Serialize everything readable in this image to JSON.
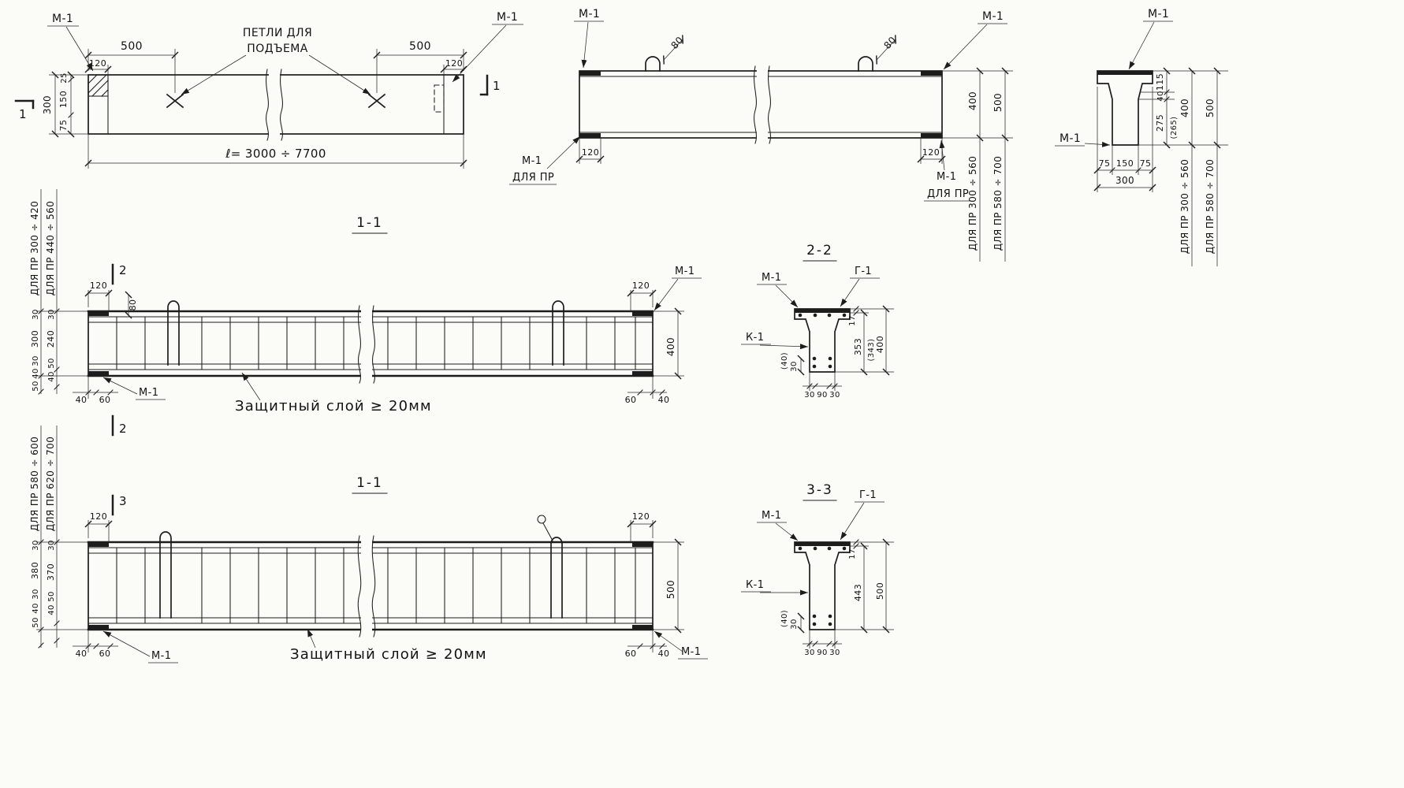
{
  "drawing": {
    "bg": "#fbfbf7",
    "ink": "#1d1d1d"
  },
  "plan": {
    "m1_left": "М-1",
    "m1_right": "М-1",
    "dim_500_left": "500",
    "dim_500_right": "500",
    "dim_120_left": "120",
    "dim_120_right": "120",
    "loops_note_line1": "ПЕТЛИ ДЛЯ",
    "loops_note_line2": "ПОДЪЕМА",
    "length": "ℓ= 3000 ÷ 7700",
    "dim_25": "25",
    "dim_150": "150",
    "dim_75": "75",
    "dim_300": "300",
    "cut_left": "1",
    "cut_right": "1"
  },
  "elevation": {
    "m1_top_left": "М-1",
    "m1_top_right": "М-1",
    "dim_80_left": "80",
    "dim_80_right": "80",
    "dim_120_left": "120",
    "dim_120_right": "120",
    "m1_bottom_left": "М-1",
    "pr_bottom_left": "ДЛЯ ПР",
    "m1_bottom_right": "М-1",
    "pr_bottom_right": "ДЛЯ ПР",
    "dim_400": "400",
    "dim_500": "500",
    "range_400": "ДЛЯ ПР 300 ÷ 560",
    "range_500": "ДЛЯ ПР 580 ÷ 700"
  },
  "end_section": {
    "m1_top": "М-1",
    "m1_left": "М-1",
    "dim_115": "115",
    "dim_40": "40",
    "dim_275": "275",
    "dim_265": "(265)",
    "dim_400": "400",
    "dim_500": "500",
    "dim_75_left": "75",
    "dim_150": "150",
    "dim_75_right": "75",
    "dim_300": "300",
    "range_400": "ДЛЯ ПР 300 ÷ 560",
    "range_500": "ДЛЯ ПР 580 ÷ 700"
  },
  "section_11_upper": {
    "title": "1-1",
    "range_outer": "ДЛЯ ПР 300 ÷ 420",
    "range_inner": "ДЛЯ ПР 440 ÷ 560",
    "col_outer": [
      "30",
      "300",
      "30",
      "40",
      "50"
    ],
    "col_inner": [
      "30",
      "240",
      "50",
      "40"
    ],
    "dim_120_left": "120",
    "dim_80": "80",
    "cut_top": "2",
    "cut_bottom": "2",
    "m1_bottom_left": "М-1",
    "cover_note": "Защитный слой ≥ 20мм",
    "dim_120_right": "120",
    "m1_top_right": "М-1",
    "dim_400": "400",
    "bottom_left_dims": [
      "40",
      "60"
    ],
    "bottom_right_dims": [
      "60",
      "40"
    ]
  },
  "section_22": {
    "title": "2-2",
    "m1": "М-1",
    "g1": "Г-1",
    "k1": "К-1",
    "dim_17": "17",
    "dim_353": "353",
    "dim_343": "(343)",
    "dim_400": "400",
    "dim_30_left": "30",
    "dim_40_left": "(40)",
    "bottom_dims": [
      "30",
      "90",
      "30"
    ]
  },
  "section_11_lower": {
    "title": "1-1",
    "range_outer": "ДЛЯ ПР 580 ÷ 600",
    "range_inner": "ДЛЯ ПР 620 ÷ 700",
    "col_outer": [
      "30",
      "380",
      "30",
      "40",
      "50"
    ],
    "col_inner": [
      "30",
      "370",
      "50",
      "40"
    ],
    "dim_120_left": "120",
    "cut_top": "3",
    "m1_bottom_left": "М-1",
    "cover_note": "Защитный слой ≥ 20мм",
    "dim_120_right": "120",
    "dim_500": "500",
    "bottom_left_dims": [
      "40",
      "60"
    ],
    "bottom_right_dims": [
      "60",
      "40"
    ],
    "m1_bottom_right": "М-1"
  },
  "section_33": {
    "title": "3-3",
    "m1": "М-1",
    "g1": "Г-1",
    "k1": "К-1",
    "dim_17": "17",
    "dim_443": "443",
    "dim_500": "500",
    "dim_30_left": "30",
    "dim_40_left": "(40)",
    "bottom_dims": [
      "30",
      "90",
      "30"
    ]
  }
}
